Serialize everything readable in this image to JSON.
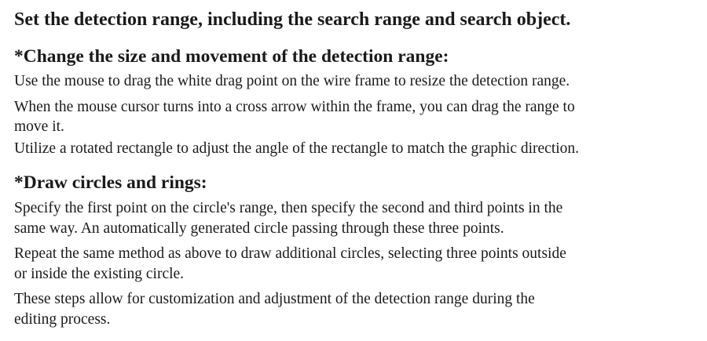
{
  "title": "Set the detection range, including the search range and search object.",
  "section1": {
    "heading": "*Change the size and movement of the detection range:",
    "p1": "Use the mouse to drag the white drag point on the wire frame to resize the detection range.",
    "p2_line1": "When the mouse cursor turns into a cross arrow within the frame, you can drag the range to",
    "p2_line2": "move it.",
    "p3": "Utilize a rotated rectangle to adjust the angle of the rectangle to match the graphic direction."
  },
  "section2": {
    "heading": "*Draw circles and rings:",
    "p1_line1": "Specify the first point on the circle's range, then specify the second and third points in the",
    "p1_line2": "same way. An automatically generated circle passing through these three points.",
    "p2_line1": "Repeat the same method as above to draw additional circles, selecting three points outside",
    "p2_line2": "or inside the existing circle.",
    "p3_line1": "These steps allow for customization and adjustment of the detection range during the",
    "p3_line2": "editing process."
  }
}
